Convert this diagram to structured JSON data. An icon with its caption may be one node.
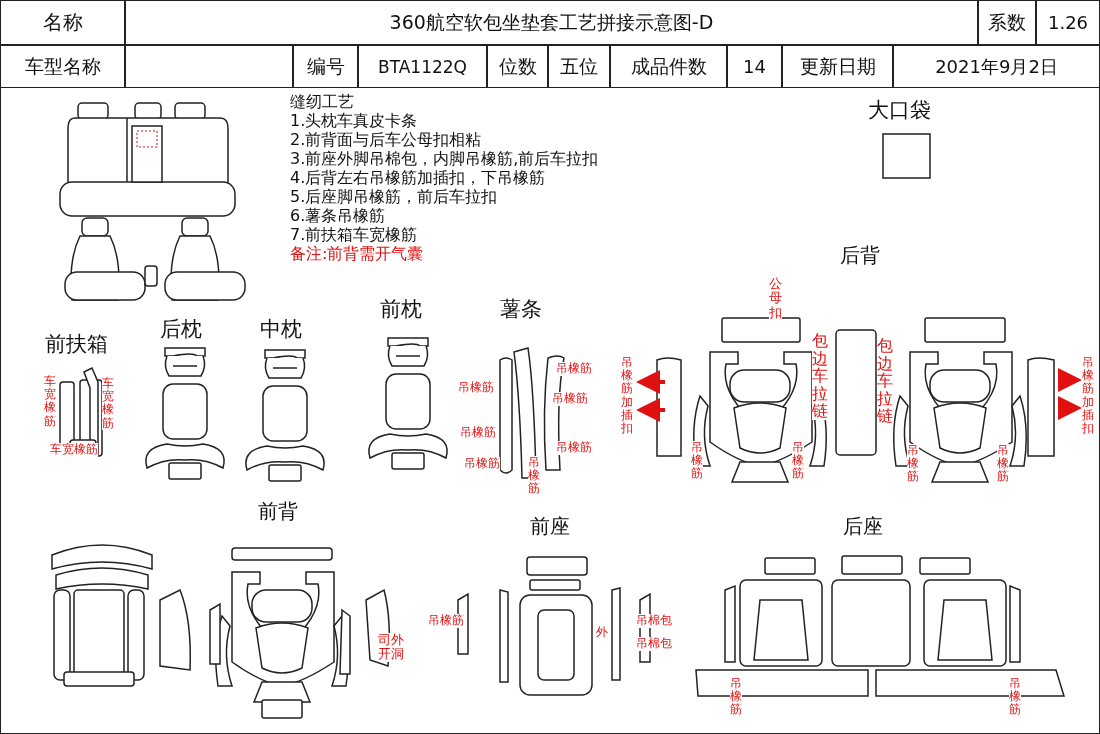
{
  "diagram": {
    "title": "360航空软包坐垫套工艺拼接示意图-D",
    "labels": [
      "名称",
      "系数",
      "1.26",
      "车型名称",
      "编号",
      "BTA1122Q",
      "位数",
      "五位",
      "成品件数",
      "14",
      "更新日期",
      "2021年9月2日",
      "缝纫工艺",
      "1.头枕车真皮卡条",
      "2.前背面与后车公母扣相粘",
      "3.前座外脚吊棉包，内脚吊橡筋,前后车拉扣",
      "4.后背左右吊橡筋加插扣，下吊橡筋",
      "5.后座脚吊橡筋，前后车拉扣",
      "6.薯条吊橡筋",
      "7.前扶箱车宽橡筋",
      "备注:前背需开气囊",
      "大口袋",
      "后背",
      "前扶箱",
      "后枕",
      "中枕",
      "前枕",
      "薯条",
      "车宽橡筋",
      "车宽橡筋",
      "车宽橡筋",
      "吊橡筋",
      "吊橡筋",
      "吊橡筋",
      "吊橡筋",
      "吊橡筋",
      "吊橡筋",
      "吊橡筋",
      "公母扣",
      "吊橡筋加插扣",
      "包边车拉链",
      "包边车拉链",
      "吊橡筋",
      "吊橡筋",
      "吊橡筋",
      "吊橡筋",
      "吊橡筋加插扣",
      "前背",
      "前座",
      "后座",
      "司外开洞",
      "吊橡筋",
      "外",
      "吊棉包",
      "吊棉包",
      "吊橡筋",
      "吊橡筋"
    ]
  }
}
